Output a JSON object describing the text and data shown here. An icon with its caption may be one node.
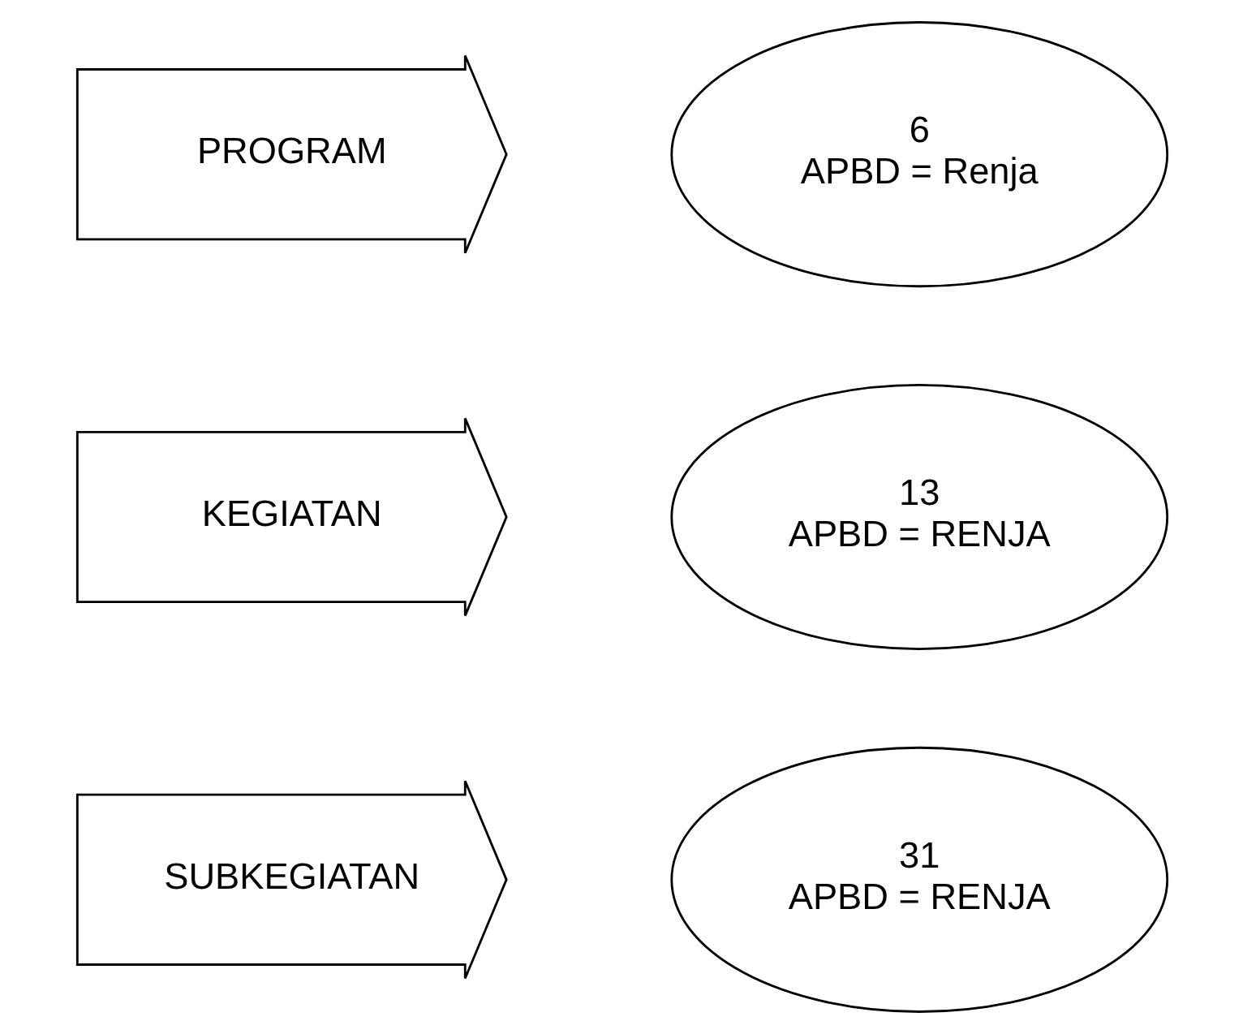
{
  "diagram": {
    "nodes": [
      {
        "text": [
          "PROGRAM"
        ]
      },
      {
        "text": [
          "6",
          "APBD = Renja"
        ]
      },
      {
        "text": [
          "KEGIATAN"
        ]
      },
      {
        "text": [
          "13",
          "APBD = RENJA"
        ]
      },
      {
        "text": [
          "SUBKEGIATAN"
        ]
      },
      {
        "text": [
          "31",
          "APBD = RENJA"
        ]
      }
    ]
  }
}
